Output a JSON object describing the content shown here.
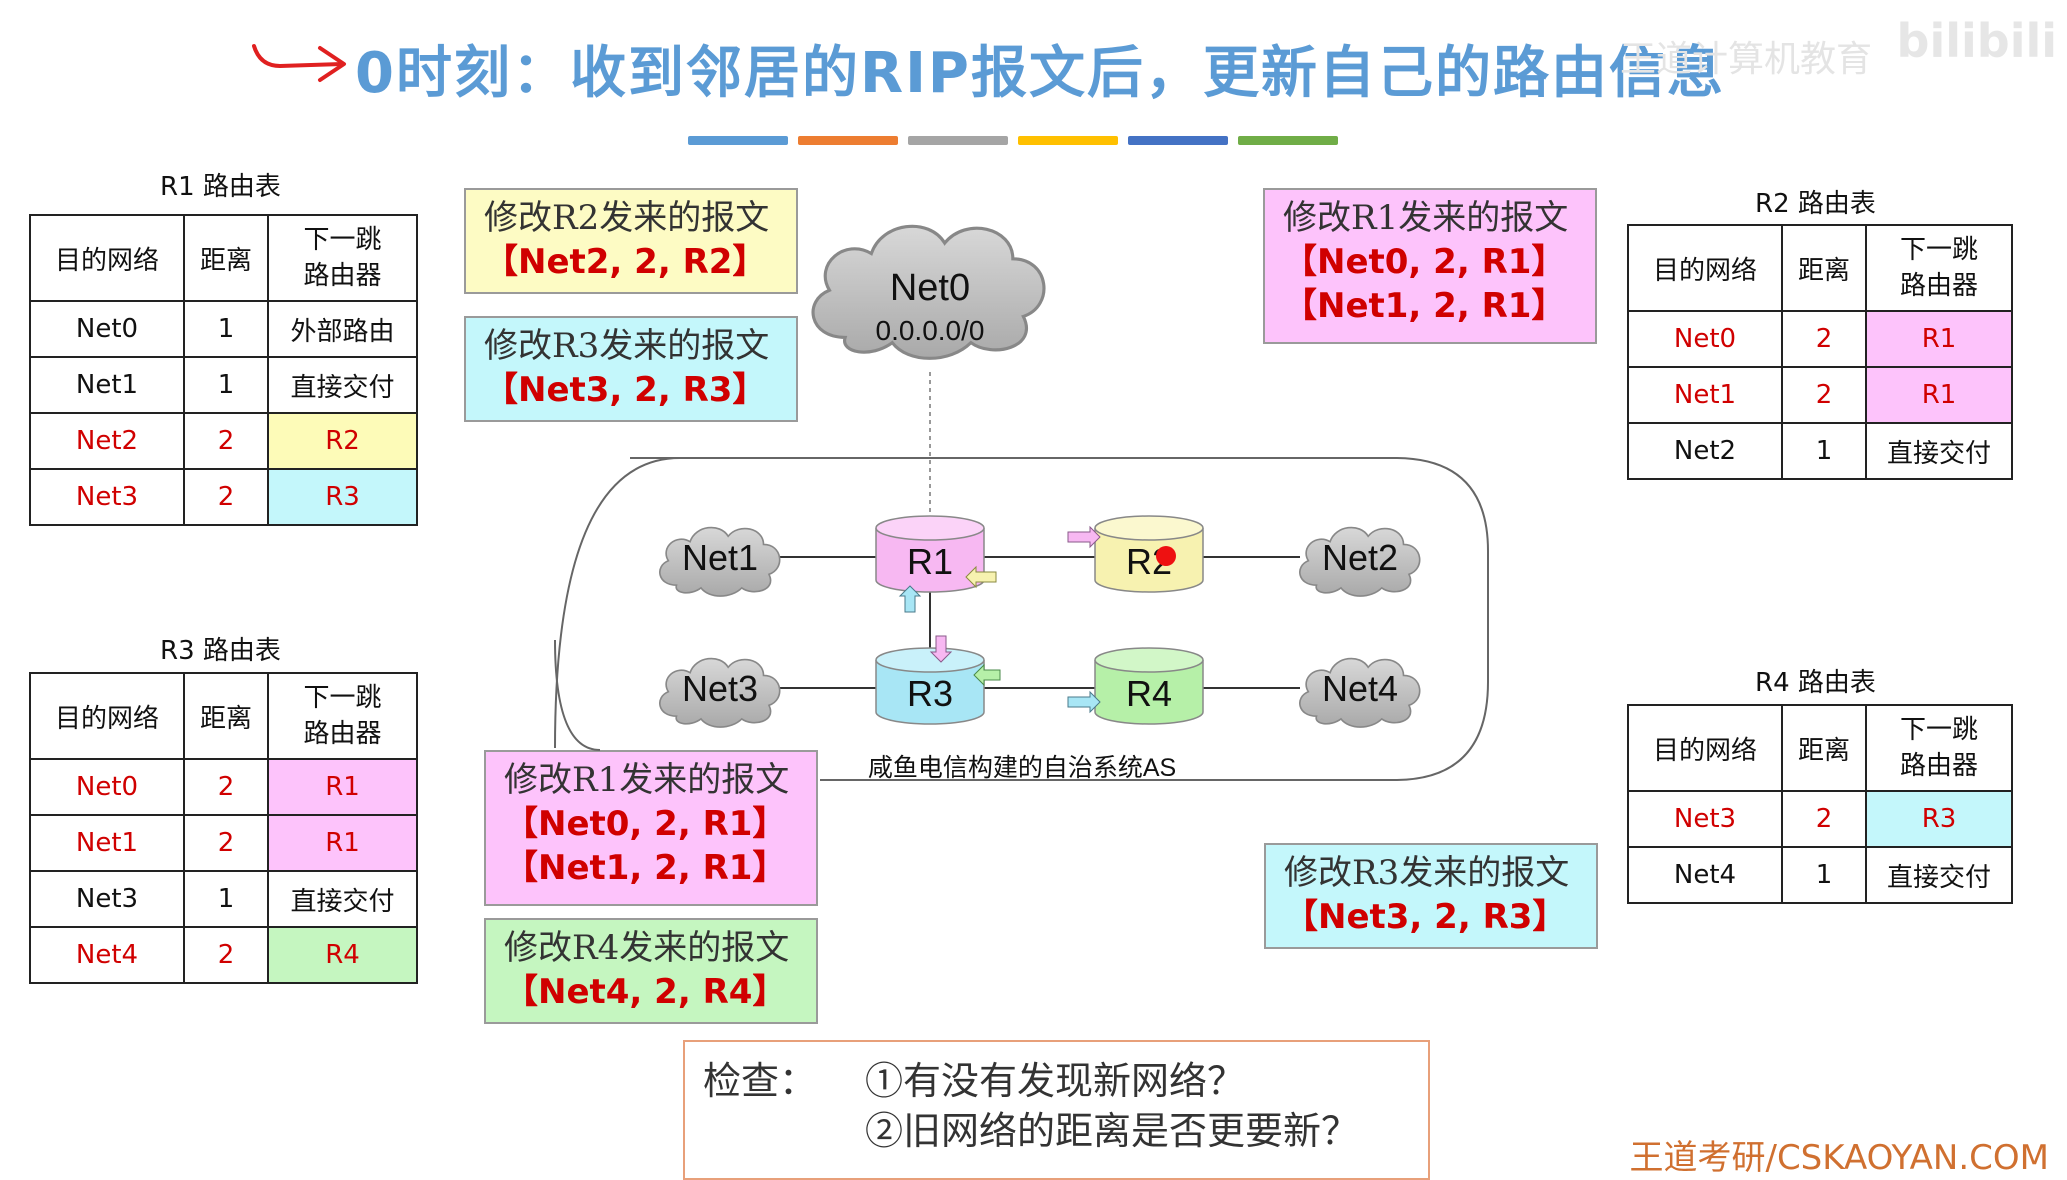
{
  "header": {
    "title": "0时刻：收到邻居的RIP报文后，更新自己的路由信息",
    "logo_text": "bilibili",
    "logo_subtext": "王道计算机教育"
  },
  "colors": {
    "title": "#5b9bd5",
    "bars": [
      "#5b9bd5",
      "#ed7d31",
      "#a5a5a5",
      "#ffc000",
      "#4472c4",
      "#70ad47"
    ],
    "red": "#d00000"
  },
  "tables": {
    "r1": {
      "caption": "R1 路由表",
      "headers": [
        "目的网络",
        "距离",
        "下一跳路由器"
      ],
      "rows": [
        {
          "net": "Net0",
          "dist": "1",
          "next": "外部路由"
        },
        {
          "net": "Net1",
          "dist": "1",
          "next": "直接交付"
        },
        {
          "net": "Net2",
          "dist": "2",
          "next": "R2"
        },
        {
          "net": "Net3",
          "dist": "2",
          "next": "R3"
        }
      ]
    },
    "r2": {
      "caption": "R2 路由表",
      "headers": [
        "目的网络",
        "距离",
        "下一跳路由器"
      ],
      "rows": [
        {
          "net": "Net0",
          "dist": "2",
          "next": "R1"
        },
        {
          "net": "Net1",
          "dist": "2",
          "next": "R1"
        },
        {
          "net": "Net2",
          "dist": "1",
          "next": "直接交付"
        }
      ]
    },
    "r3": {
      "caption": "R3 路由表",
      "headers": [
        "目的网络",
        "距离",
        "下一跳路由器"
      ],
      "rows": [
        {
          "net": "Net0",
          "dist": "2",
          "next": "R1"
        },
        {
          "net": "Net1",
          "dist": "2",
          "next": "R1"
        },
        {
          "net": "Net3",
          "dist": "1",
          "next": "直接交付"
        },
        {
          "net": "Net4",
          "dist": "2",
          "next": "R4"
        }
      ]
    },
    "r4": {
      "caption": "R4 路由表",
      "headers": [
        "目的网络",
        "距离",
        "下一跳路由器"
      ],
      "rows": [
        {
          "net": "Net3",
          "dist": "2",
          "next": "R3"
        },
        {
          "net": "Net4",
          "dist": "1",
          "next": "直接交付"
        }
      ]
    }
  },
  "messages": {
    "r1_from_r2": {
      "head": "修改R2发来的报文",
      "lines": [
        "【Net2, 2, R2】"
      ]
    },
    "r1_from_r3": {
      "head": "修改R3发来的报文",
      "lines": [
        "【Net3, 2, R3】"
      ]
    },
    "r2_from_r1": {
      "head": "修改R1发来的报文",
      "lines": [
        "【Net0, 2, R1】",
        "【Net1, 2, R1】"
      ]
    },
    "r3_from_r1": {
      "head": "修改R1发来的报文",
      "lines": [
        "【Net0, 2, R1】",
        "【Net1, 2, R1】"
      ]
    },
    "r3_from_r4": {
      "head": "修改R4发来的报文",
      "lines": [
        "【Net4, 2, R4】"
      ]
    },
    "r4_from_r3": {
      "head": "修改R3发来的报文",
      "lines": [
        "【Net3, 2, R3】"
      ]
    }
  },
  "diagram": {
    "net0_label": "Net0",
    "net0_addr": "0.0.0.0/0",
    "net1": "Net1",
    "net2": "Net2",
    "net3": "Net3",
    "net4": "Net4",
    "r1": "R1",
    "r2": "R2",
    "r3": "R3",
    "r4": "R4",
    "as_label": "咸鱼电信构建的自治系统AS"
  },
  "check": {
    "label": "检查：",
    "q1": "①有没有发现新网络？",
    "q2": "②旧网络的距离是否更要新？"
  },
  "footer": {
    "watermark": "王道考研/CSKAOYAN.COM"
  }
}
